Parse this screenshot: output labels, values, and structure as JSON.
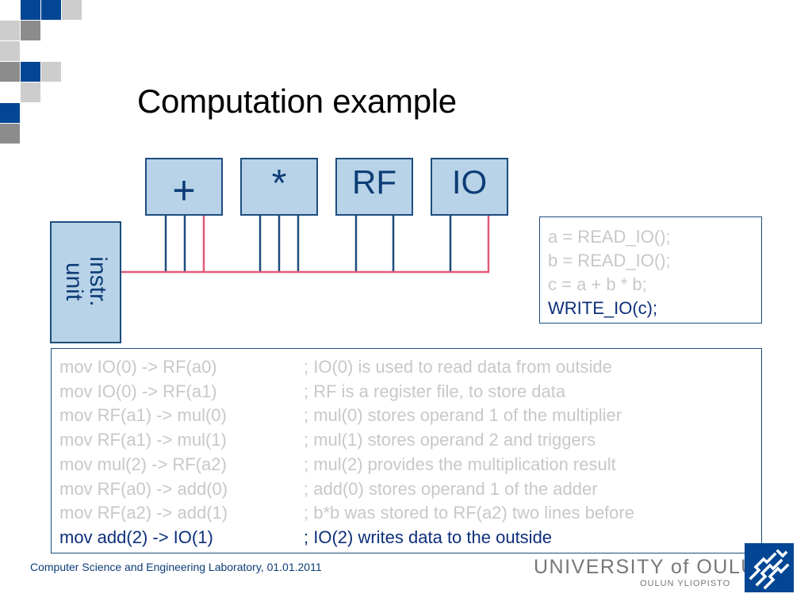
{
  "title": "Computation example",
  "units": [
    {
      "label": "+"
    },
    {
      "label": "*"
    },
    {
      "label": "RF"
    },
    {
      "label": "IO"
    }
  ],
  "instr_unit": {
    "line1": "instr.",
    "line2": "unit"
  },
  "c_code": [
    "a = READ_IO();",
    "b = READ_IO();",
    "c = a + b * b;",
    "WRITE_IO(c);"
  ],
  "asm": [
    {
      "instruction": "mov IO(0) -> RF(a0)",
      "comment": "; IO(0) is used to read data from outside"
    },
    {
      "instruction": "mov IO(0) -> RF(a1)",
      "comment": "; RF is a register file, to store data"
    },
    {
      "instruction": "mov RF(a1) -> mul(0)",
      "comment": "; mul(0) stores operand 1 of the multiplier"
    },
    {
      "instruction": "mov RF(a1) -> mul(1)",
      "comment": "; mul(1) stores operand 2 and triggers"
    },
    {
      "instruction": "mov mul(2) -> RF(a2)",
      "comment": "; mul(2) provides the multiplication result"
    },
    {
      "instruction": "mov RF(a0) -> add(0)",
      "comment": "; add(0) stores operand 1 of the adder"
    },
    {
      "instruction": "mov RF(a2) -> add(1)",
      "comment": "; b*b was stored to RF(a2) two lines before"
    },
    {
      "instruction": "mov add(2) -> IO(1)",
      "comment": "; IO(2) writes data to the outside"
    }
  ],
  "footer": "Computer Science and Engineering Laboratory, 01.01.2011",
  "university": {
    "name": "UNIVERSITY of OULU",
    "sub": "OULUN YLIOPISTO"
  },
  "colors": {
    "accent": "#034694",
    "bus": "#e05a78",
    "box_fill": "#b8d3e8"
  }
}
